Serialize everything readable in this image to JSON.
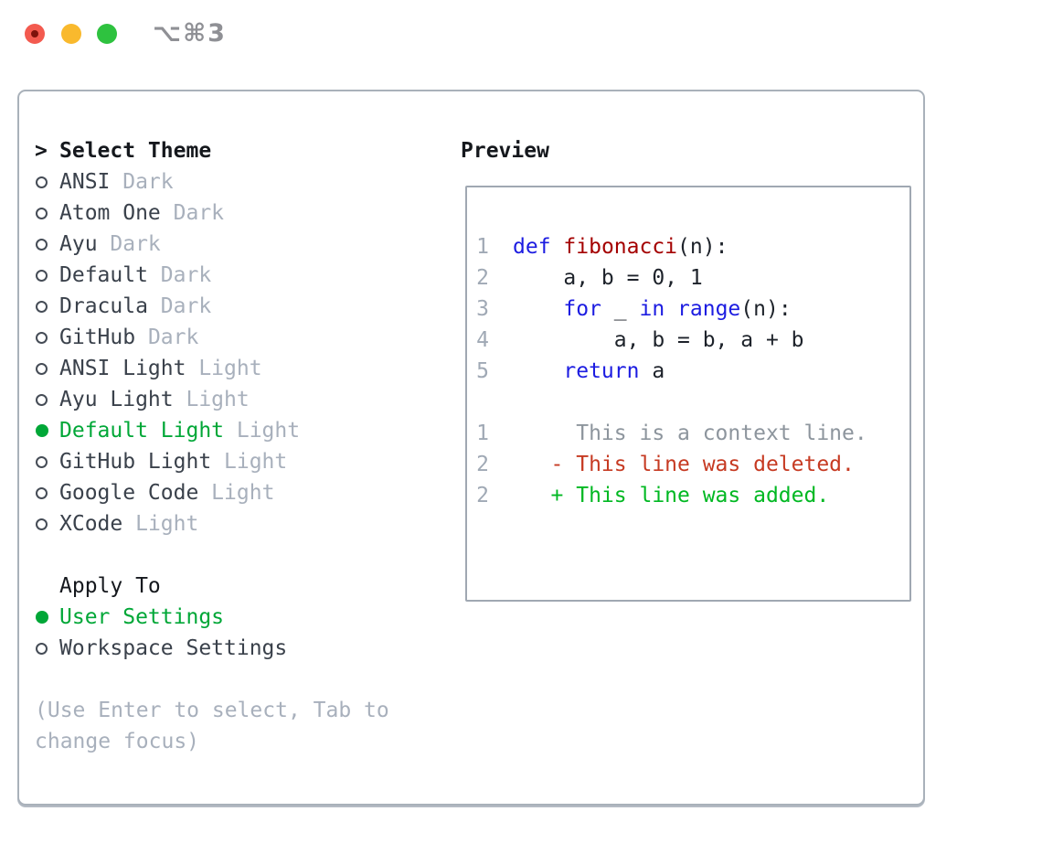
{
  "window": {
    "shortcut_label": "⌥⌘3"
  },
  "colors": {
    "traffic_red": "#f35a4f",
    "traffic_red_dot": "#7d120b",
    "traffic_yellow": "#f9b92d",
    "traffic_green": "#2ec23f",
    "selection_green": "#00a737",
    "keyword": "#1c1ce1",
    "function": "#a40000",
    "code_default": "#1d222a",
    "line_number": "#a0a9b5",
    "context": "#8d959d",
    "deleted": "#c63a22",
    "added": "#00b822",
    "muted": "#a8b0bc"
  },
  "theme_list": {
    "prompt": ">",
    "title": "Select Theme",
    "items": [
      {
        "name": "ANSI",
        "variant": "Dark",
        "selected": false
      },
      {
        "name": "Atom One",
        "variant": "Dark",
        "selected": false
      },
      {
        "name": "Ayu",
        "variant": "Dark",
        "selected": false
      },
      {
        "name": "Default",
        "variant": "Dark",
        "selected": false
      },
      {
        "name": "Dracula",
        "variant": "Dark",
        "selected": false
      },
      {
        "name": "GitHub",
        "variant": "Dark",
        "selected": false
      },
      {
        "name": "ANSI Light",
        "variant": "Light",
        "selected": false
      },
      {
        "name": "Ayu Light",
        "variant": "Light",
        "selected": false
      },
      {
        "name": "Default Light",
        "variant": "Light",
        "selected": true
      },
      {
        "name": "GitHub Light",
        "variant": "Light",
        "selected": false
      },
      {
        "name": "Google Code",
        "variant": "Light",
        "selected": false
      },
      {
        "name": "XCode",
        "variant": "Light",
        "selected": false
      }
    ]
  },
  "apply_to": {
    "title": "Apply To",
    "options": [
      {
        "name": "User Settings",
        "selected": true
      },
      {
        "name": "Workspace Settings",
        "selected": false
      }
    ]
  },
  "help_text": "(Use Enter to select, Tab to change focus)",
  "preview": {
    "title": "Preview",
    "lines": [
      {
        "num": "1",
        "segments": [
          {
            "text": "def",
            "color": "keyword"
          },
          {
            "text": " "
          },
          {
            "text": "fibonacci",
            "color": "function"
          },
          {
            "text": "(n):"
          }
        ]
      },
      {
        "num": "2",
        "segments": [
          {
            "text": "    a, b = 0, 1"
          }
        ]
      },
      {
        "num": "3",
        "segments": [
          {
            "text": "    "
          },
          {
            "text": "for",
            "color": "keyword"
          },
          {
            "text": " _ "
          },
          {
            "text": "in",
            "color": "keyword"
          },
          {
            "text": " "
          },
          {
            "text": "range",
            "color": "keyword"
          },
          {
            "text": "(n):"
          }
        ]
      },
      {
        "num": "4",
        "segments": [
          {
            "text": "        a, b = b, a + b"
          }
        ]
      },
      {
        "num": "5",
        "segments": [
          {
            "text": "    "
          },
          {
            "text": "return",
            "color": "keyword"
          },
          {
            "text": " a"
          }
        ]
      },
      {
        "num": "",
        "segments": []
      },
      {
        "num": "1",
        "segments": [
          {
            "text": "     This is a context line.",
            "color": "context"
          }
        ]
      },
      {
        "num": "2",
        "segments": [
          {
            "text": "   - This line was deleted.",
            "color": "deleted"
          }
        ]
      },
      {
        "num": "2",
        "segments": [
          {
            "text": "   + This line was added.",
            "color": "added"
          }
        ]
      }
    ]
  }
}
